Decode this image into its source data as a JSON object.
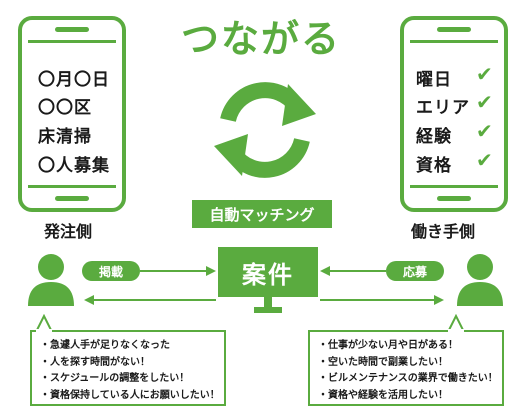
{
  "title": "つながる",
  "left_phone": {
    "items": [
      "〇月〇日",
      "〇〇区",
      "床清掃",
      "〇人募集"
    ],
    "caption": "発注側"
  },
  "right_phone": {
    "items": [
      "曜日",
      "エリア",
      "経験",
      "資格"
    ],
    "check_glyph": "✔",
    "caption": "働き手側"
  },
  "matching_label": "自動マッチング",
  "case_label": "案件",
  "left_pill": "掲載",
  "right_pill": "応募",
  "left_bubble": {
    "lines": [
      "・急遽人手が足りなくなった",
      "・人を探す時間がない！",
      "・スケジュールの調整をしたい！",
      "・資格保持している人にお願いしたい！"
    ]
  },
  "right_bubble": {
    "lines": [
      "・仕事が少ない月や日がある！",
      "・空いた時間で副業したい！",
      "・ビルメンテナンスの業界で働きたい！",
      "・資格や経験を活用したい！"
    ]
  },
  "colors": {
    "accent": "#5aab3f",
    "text": "#1a1a1a"
  },
  "icons": [
    "cycle-arrows-icon",
    "person-icon",
    "arrow-icon",
    "check-icon"
  ]
}
